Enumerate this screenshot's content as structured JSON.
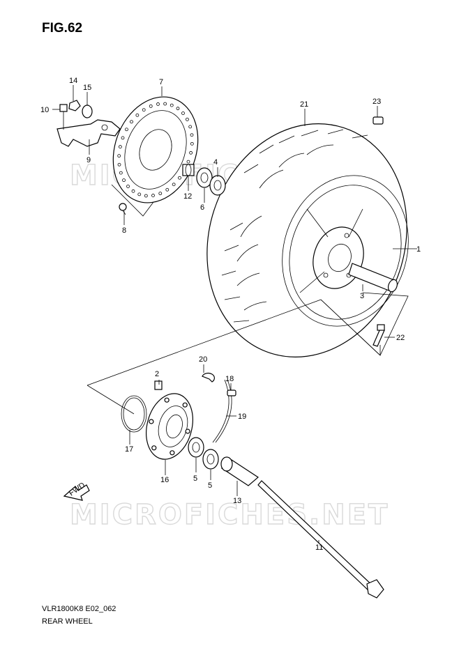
{
  "figure": {
    "title": "FIG.62"
  },
  "footer": {
    "code": "VLR1800K8 E02_062",
    "name": "REAR WHEEL"
  },
  "watermark": "MICROFICHES.NET",
  "fwd_label": "FWD",
  "parts": [
    {
      "num": "1"
    },
    {
      "num": "2"
    },
    {
      "num": "3"
    },
    {
      "num": "4"
    },
    {
      "num": "5"
    },
    {
      "num": "5"
    },
    {
      "num": "6"
    },
    {
      "num": "7"
    },
    {
      "num": "8"
    },
    {
      "num": "9"
    },
    {
      "num": "10"
    },
    {
      "num": "11"
    },
    {
      "num": "12"
    },
    {
      "num": "13"
    },
    {
      "num": "14"
    },
    {
      "num": "15"
    },
    {
      "num": "16"
    },
    {
      "num": "17"
    },
    {
      "num": "18"
    },
    {
      "num": "19"
    },
    {
      "num": "20"
    },
    {
      "num": "21"
    },
    {
      "num": "22"
    },
    {
      "num": "23"
    }
  ]
}
